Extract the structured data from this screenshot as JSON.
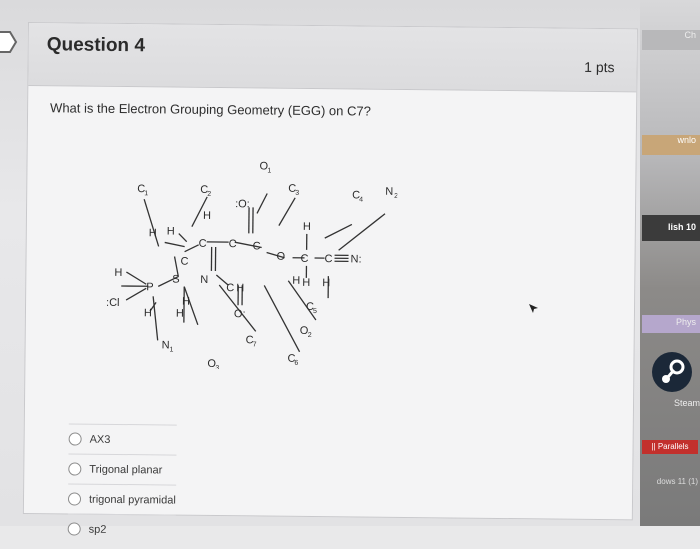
{
  "question": {
    "title": "Question 4",
    "points": "1 pts",
    "prompt": "What is the Electron Grouping Geometry (EGG) on C7?"
  },
  "molecule_labels": {
    "C1": "C1",
    "C2": "C2",
    "O1": "O1",
    "C3": "C3",
    "C4": "C4",
    "N2": "N2",
    "C5": "C5",
    "O2": "O2",
    "C6": "C6",
    "C7": "C7",
    "N1": "N1",
    "O3": "O3"
  },
  "options": [
    {
      "label": "AX3"
    },
    {
      "label": "Trigonal planar"
    },
    {
      "label": "trigonal pyramidal"
    },
    {
      "label": "sp2"
    }
  ],
  "desktop": {
    "tile_top": "Ch",
    "tile_download": "wnlo",
    "tile_english": "lish 10",
    "tile_physics": "Phys",
    "steam": "Steam",
    "parallels": "|| Parallels",
    "windows": "dows 11 (1)"
  }
}
